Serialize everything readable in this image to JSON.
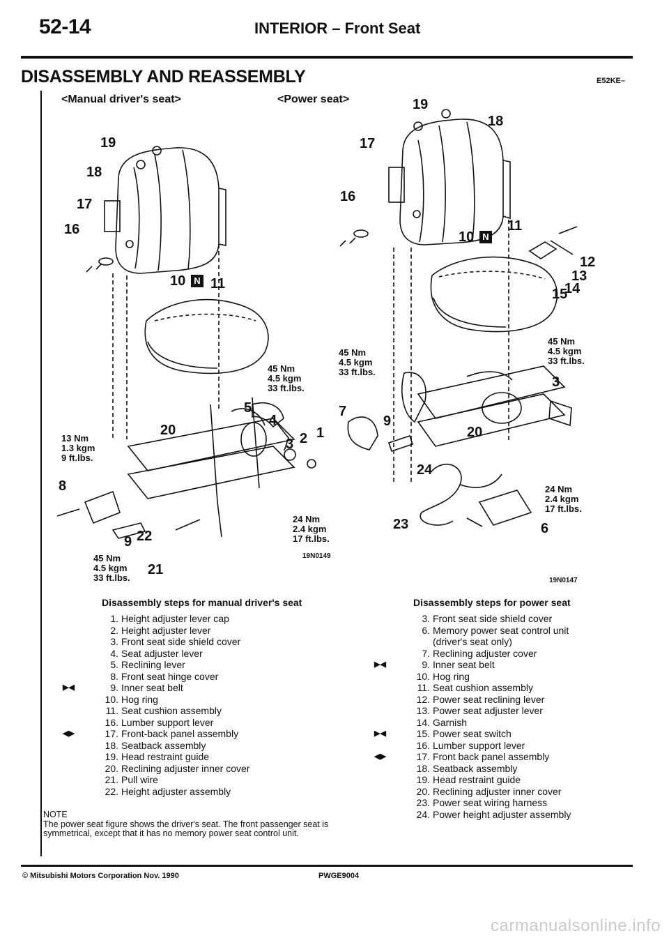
{
  "header": {
    "page_number": "52-14",
    "title": "INTERIOR – Front Seat"
  },
  "section": {
    "title": "DISASSEMBLY AND REASSEMBLY",
    "code": "E52KE–"
  },
  "manual_fig": {
    "subtitle": "<Manual driver's seat>",
    "code": "19N0149",
    "callouts": [
      "19",
      "18",
      "17",
      "16",
      "10",
      "11",
      "5",
      "4",
      "1",
      "3",
      "2",
      "20",
      "8",
      "9",
      "22",
      "21"
    ],
    "torque_45": "45 Nm\n4.5 kgm\n33 ft.lbs.",
    "torque_13": "13 Nm\n1.3 kgm\n9 ft.lbs.",
    "torque_24": "24 Nm\n2.4 kgm\n17 ft.lbs.",
    "torque_45b": "45 Nm\n4.5 kgm\n33 ft.lbs."
  },
  "power_fig": {
    "subtitle": "<Power seat>",
    "code": "19N0147",
    "callouts": [
      "19",
      "18",
      "17",
      "16",
      "10",
      "11",
      "12",
      "13",
      "14",
      "15",
      "3",
      "7",
      "9",
      "20",
      "24",
      "23",
      "6"
    ],
    "torque_45a": "45 Nm\n4.5 kgm\n33 ft.lbs.",
    "torque_45b": "45 Nm\n4.5 kgm\n33 ft.lbs.",
    "torque_24": "24 Nm\n2.4 kgm\n17 ft.lbs."
  },
  "icons": {
    "ring_mark": "N",
    "install_mark": "▶◀",
    "remove_mark": "◀▶"
  },
  "manual_steps": {
    "heading": "Disassembly steps for manual driver's seat",
    "items": [
      {
        "n": "1.",
        "t": "Height adjuster lever cap",
        "m": ""
      },
      {
        "n": "2.",
        "t": "Height adjuster lever",
        "m": ""
      },
      {
        "n": "3.",
        "t": "Front seat side shield cover",
        "m": ""
      },
      {
        "n": "4.",
        "t": "Seat adjuster lever",
        "m": ""
      },
      {
        "n": "5.",
        "t": "Reclining lever",
        "m": ""
      },
      {
        "n": "8.",
        "t": "Front seat hinge cover",
        "m": ""
      },
      {
        "n": "9.",
        "t": "Inner seat belt",
        "m": "▶◀"
      },
      {
        "n": "10.",
        "t": "Hog ring",
        "m": ""
      },
      {
        "n": "11.",
        "t": "Seat cushion assembly",
        "m": ""
      },
      {
        "n": "16.",
        "t": "Lumber support lever",
        "m": ""
      },
      {
        "n": "17.",
        "t": "Front-back panel assembly",
        "m": "◀▶"
      },
      {
        "n": "18.",
        "t": "Seatback assembly",
        "m": ""
      },
      {
        "n": "19.",
        "t": "Head restraint guide",
        "m": ""
      },
      {
        "n": "20.",
        "t": "Reclining adjuster inner cover",
        "m": ""
      },
      {
        "n": "21.",
        "t": "Pull wire",
        "m": ""
      },
      {
        "n": "22.",
        "t": "Height adjuster assembly",
        "m": ""
      }
    ]
  },
  "power_steps": {
    "heading": "Disassembly steps for power seat",
    "items": [
      {
        "n": "3.",
        "t": "Front seat side shield cover",
        "m": ""
      },
      {
        "n": "6.",
        "t": "Memory power seat control unit",
        "m": ""
      },
      {
        "n": "",
        "t": "(driver's seat only)",
        "m": ""
      },
      {
        "n": "7.",
        "t": "Reclining adjuster cover",
        "m": ""
      },
      {
        "n": "9.",
        "t": "Inner seat belt",
        "m": "▶◀"
      },
      {
        "n": "10.",
        "t": "Hog ring",
        "m": ""
      },
      {
        "n": "11.",
        "t": "Seat cushion assembly",
        "m": ""
      },
      {
        "n": "12.",
        "t": "Power seat reclining lever",
        "m": ""
      },
      {
        "n": "13.",
        "t": "Power seat adjuster lever",
        "m": ""
      },
      {
        "n": "14.",
        "t": "Garnish",
        "m": ""
      },
      {
        "n": "15.",
        "t": "Power seat switch",
        "m": "▶◀"
      },
      {
        "n": "16.",
        "t": "Lumber support lever",
        "m": ""
      },
      {
        "n": "17.",
        "t": "Front back panel assembly",
        "m": "◀▶"
      },
      {
        "n": "18.",
        "t": "Seatback assembly",
        "m": ""
      },
      {
        "n": "19.",
        "t": "Head restraint guide",
        "m": ""
      },
      {
        "n": "20.",
        "t": "Reclining adjuster inner cover",
        "m": ""
      },
      {
        "n": "23.",
        "t": "Power seat wiring harness",
        "m": ""
      },
      {
        "n": "24.",
        "t": "Power height adjuster assembly",
        "m": ""
      }
    ]
  },
  "note": {
    "label": "NOTE",
    "text": "The power seat figure shows the driver's seat. The front passenger seat is symmetrical, except that it has no memory power seat control unit."
  },
  "footer": {
    "copyright": "© Mitsubishi Motors Corporation   Nov. 1990",
    "code": "PWGE9004"
  },
  "watermark": "carmanualsonline.info"
}
